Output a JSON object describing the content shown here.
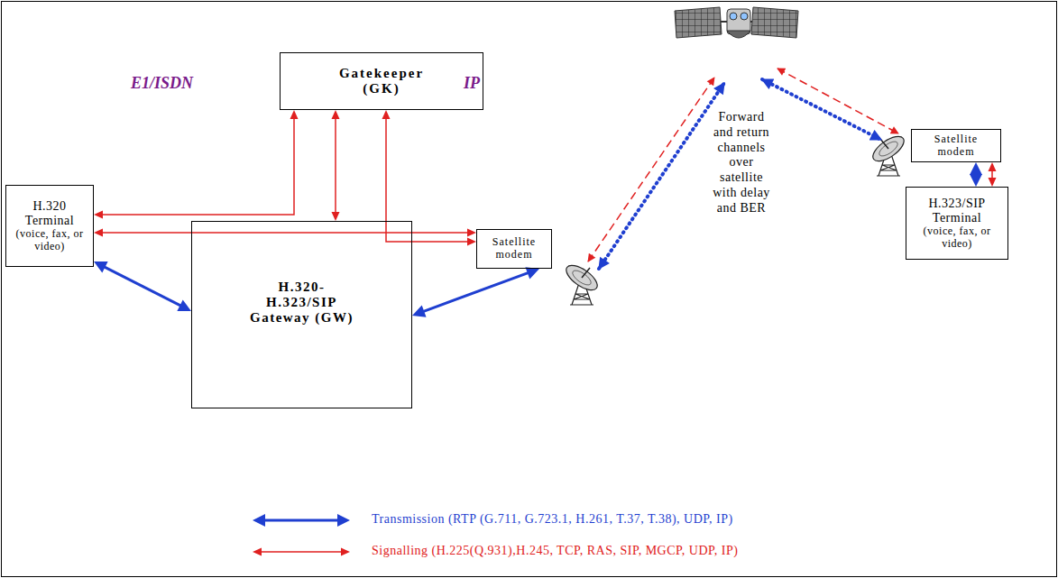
{
  "diagram": {
    "nodes": [
      {
        "text": [
          "Gatekeeper (GK)"
        ]
      },
      {
        "text": [
          "H.320 Terminal",
          "(voice, fax, or video)"
        ]
      },
      {
        "text": [
          "H.320- H.323/SIP Gateway (GW)"
        ]
      },
      {
        "text": [
          "Satellite modem"
        ]
      },
      {
        "text": [
          "Satellite modem"
        ]
      },
      {
        "text": [
          "H.323/SIP Terminal",
          "(voice, fax, or video)"
        ]
      }
    ],
    "edges": [
      {
        "from": 0,
        "to": 1,
        "arrow": "both"
      },
      {
        "from": 0,
        "to": 2,
        "arrow": "both"
      },
      {
        "from": 0,
        "to": 3,
        "arrow": "both"
      },
      {
        "from": 1,
        "to": 3,
        "arrow": "both"
      },
      {
        "from": 1,
        "to": 2,
        "arrow": "both"
      },
      {
        "from": 2,
        "to": 3,
        "arrow": "both"
      },
      {
        "from": 4,
        "to": 5,
        "arrow": "both"
      },
      {
        "from": 4,
        "to": 5,
        "arrow": "both"
      }
    ],
    "labels": [
      "E1/ISDN",
      "IP",
      "Forward and return channels over satellite with delay and BER"
    ],
    "legend": [
      {
        "text": "Transmission (RTP (G.711, G.723.1, H.261, T.37, T.38), UDP, IP)"
      },
      {
        "text": "Signalling (H.225(Q.931),H.245, TCP, RAS, SIP, MGCP, UDP, IP)"
      }
    ]
  }
}
